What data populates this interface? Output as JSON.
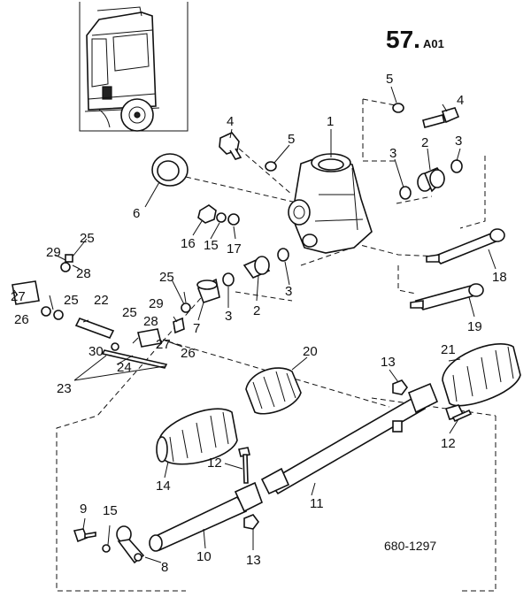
{
  "header": {
    "page_number": "57.",
    "section": "A01"
  },
  "figure_code": "680-1297",
  "labels": {
    "p1": "1",
    "p2a": "2",
    "p2b": "2",
    "p3a": "3",
    "p3b": "3",
    "p3c": "3",
    "p3d": "3",
    "p4a": "4",
    "p4b": "4",
    "p5a": "5",
    "p5b": "5",
    "p6": "6",
    "p7": "7",
    "p8": "8",
    "p9": "9",
    "p10": "10",
    "p11": "11",
    "p12a": "12",
    "p12b": "12",
    "p13a": "13",
    "p13b": "13",
    "p14": "14",
    "p15a": "15",
    "p15b": "15",
    "p16": "16",
    "p17": "17",
    "p18": "18",
    "p19": "19",
    "p20": "20",
    "p21": "21",
    "p22": "22",
    "p23": "23",
    "p24": "24",
    "p25a": "25",
    "p25b": "25",
    "p25c": "25",
    "p25d": "25",
    "p26a": "26",
    "p26b": "26",
    "p27a": "27",
    "p27b": "27",
    "p28a": "28",
    "p28b": "28",
    "p29a": "29",
    "p29b": "29",
    "p30": "30"
  }
}
